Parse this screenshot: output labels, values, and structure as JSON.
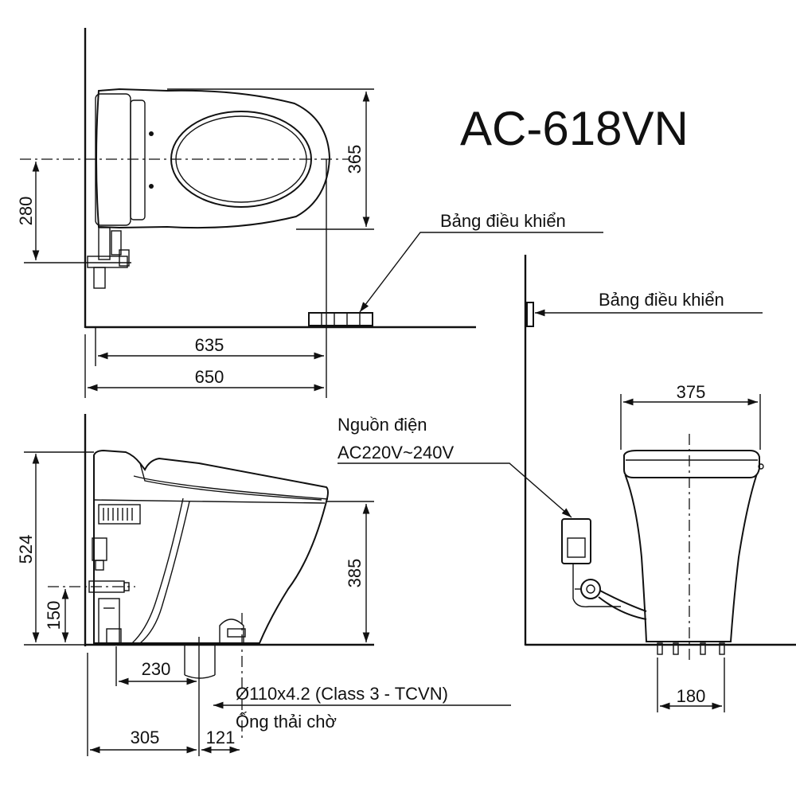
{
  "model": "AC-618VN",
  "labels": {
    "control_panel_top": "Bảng điều khiển",
    "control_panel_front": "Bảng điều khiển",
    "power_line1": "Nguồn điện",
    "power_line2": "AC220V~240V",
    "pipe_spec": "Ø110x4.2 (Class 3 - TCVN)",
    "pipe_name": "Ống thải chờ"
  },
  "dimensions": {
    "top_height": "365",
    "top_center": "280",
    "top_length_inner": "635",
    "top_length_outer": "650",
    "side_total_height": "524",
    "side_bowl_height": "385",
    "side_supply_height": "150",
    "side_drain_offset": "230",
    "side_base_depth": "305",
    "side_pipe_offset": "121",
    "front_width": "375",
    "front_base_width": "180"
  }
}
